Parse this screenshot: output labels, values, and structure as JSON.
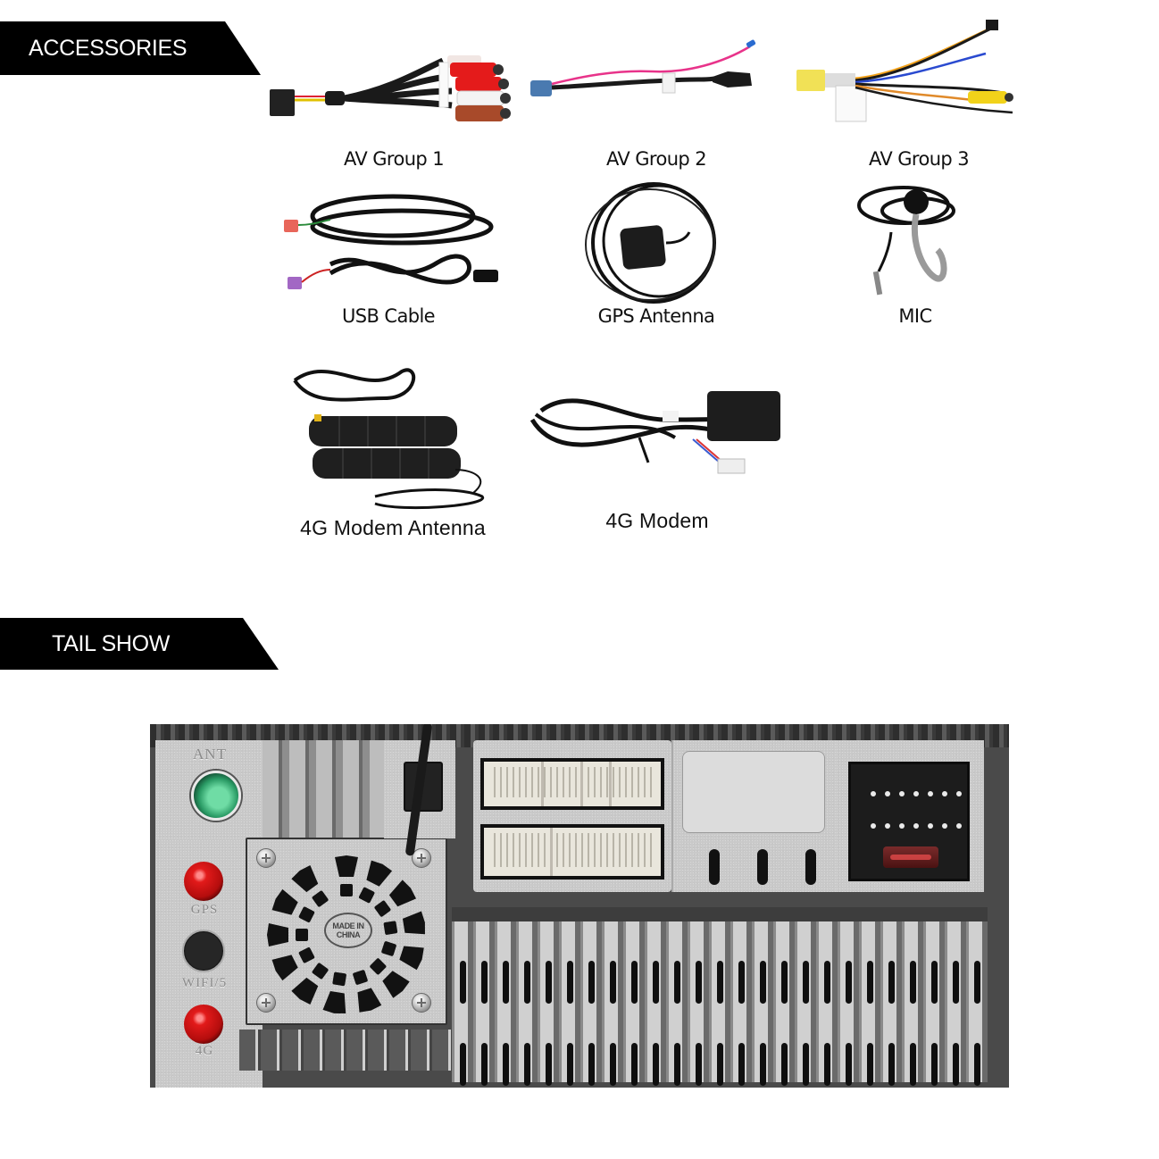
{
  "sections": {
    "accessories": {
      "title": "ACCESSORIES"
    },
    "tail_show": {
      "title": "TAIL SHOW"
    }
  },
  "accessories": [
    {
      "id": "av1",
      "label": "AV Group 1",
      "icon": "rca-av-harness-icon"
    },
    {
      "id": "av2",
      "label": "AV Group 2",
      "icon": "av-cable-icon"
    },
    {
      "id": "av3",
      "label": "AV Group 3",
      "icon": "camera-harness-icon"
    },
    {
      "id": "usb",
      "label": "USB Cable",
      "icon": "usb-cable-icon"
    },
    {
      "id": "gps",
      "label": "GPS Antenna",
      "icon": "gps-antenna-icon"
    },
    {
      "id": "mic",
      "label": "MIC",
      "icon": "microphone-icon"
    },
    {
      "id": "antenna4g",
      "label": "4G Modem Antenna",
      "icon": "antenna-icon"
    },
    {
      "id": "modem4g",
      "label": "4G Modem",
      "icon": "modem-icon"
    }
  ],
  "tail_panel": {
    "ports": {
      "ant": "ANT",
      "gps": "GPS",
      "wifi": "WIFI/5",
      "lte": "4G"
    },
    "badge": {
      "line1": "MADE IN",
      "line2": "CHINA"
    },
    "colors": {
      "ant_port": "#2a9b65",
      "rf_port": "#e21a1a",
      "housing": "#c9c9c9",
      "connector": "#e9e6dc"
    }
  }
}
